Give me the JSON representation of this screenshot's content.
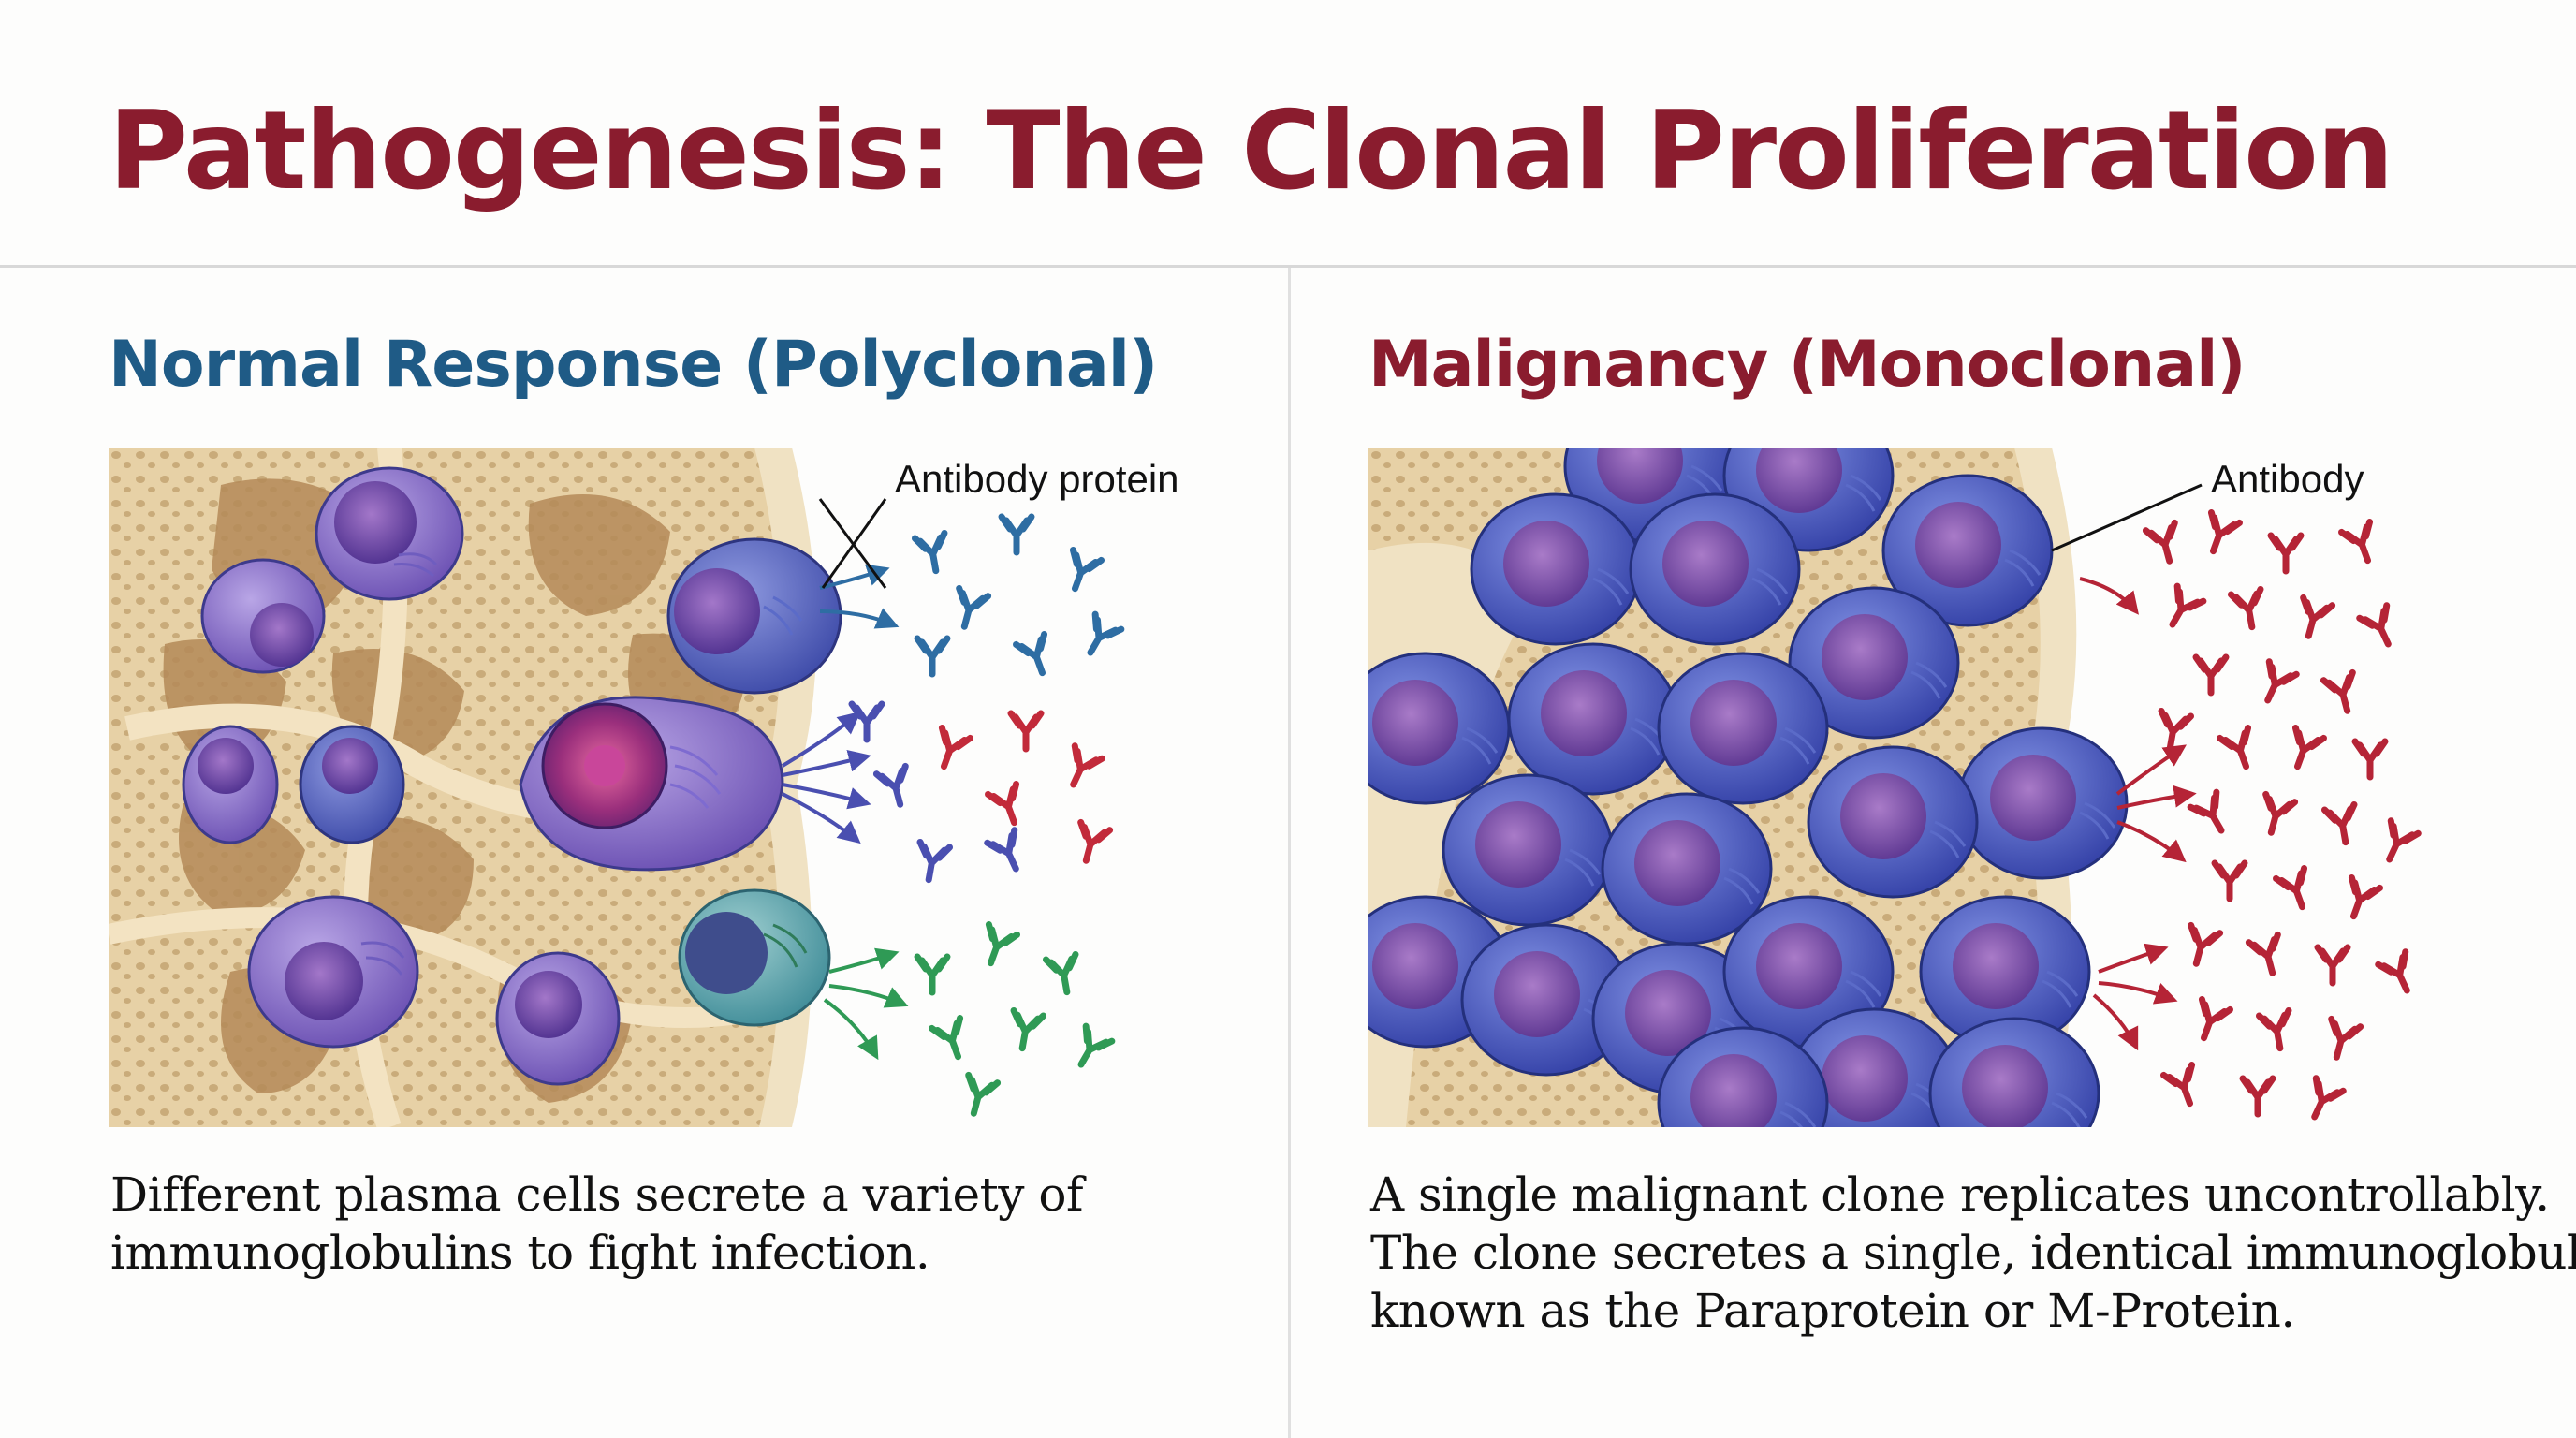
{
  "title": "Pathogenesis: The Clonal Proliferation",
  "panels": {
    "normal": {
      "heading": "Normal Response (Polyclonal)",
      "callout": "Antibody protein",
      "caption_lines": [
        "Different plasma cells secrete a variety of",
        "immunoglobulins to fight infection."
      ],
      "antibody_colors": [
        "#2e6da3",
        "#c22a3a",
        "#2f9a55",
        "#4a4fb0"
      ]
    },
    "malignancy": {
      "heading": "Malignancy (Monoclonal)",
      "callout": "Antibody",
      "caption_lines": [
        "A single malignant clone replicates uncontrollably.",
        "The clone secretes a single, identical immunoglobulin",
        "known as the Paraprotein or M-Protein."
      ],
      "antibody_colors": [
        "#b52436"
      ]
    }
  },
  "colors": {
    "title": "#8a1c2e",
    "heading_normal": "#1f5b86",
    "heading_malignancy": "#8a1c2e",
    "bone": "#e9d6b0",
    "plasma_cell": "#4a5bc0"
  },
  "icons": [
    "plasma-cell-icon",
    "antibody-icon",
    "arrow-icon",
    "bone-marrow-icon"
  ]
}
